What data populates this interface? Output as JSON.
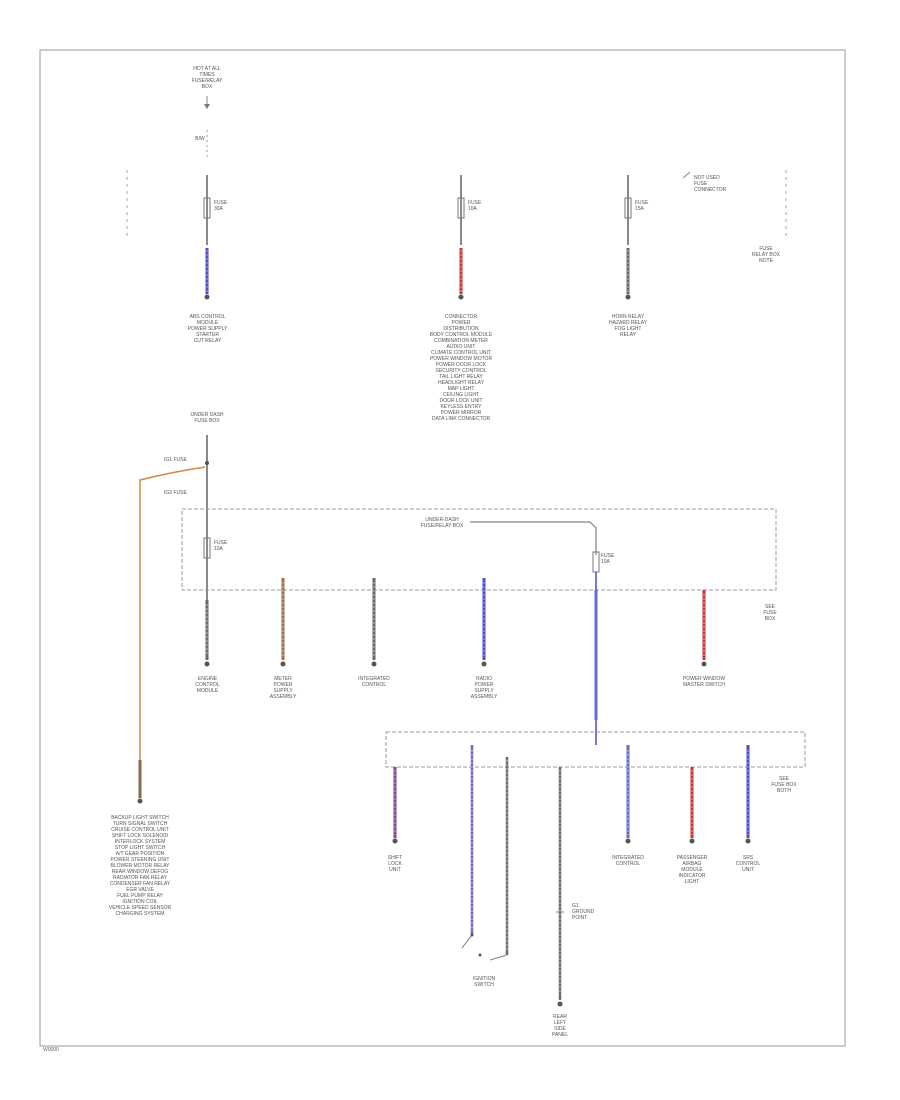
{
  "figure_code": "W0000",
  "colors": {
    "frame": "#999999",
    "wire": "#9a9a9a",
    "wire_dark": "#6a6a6a",
    "wire_blue": "#4d4dcc",
    "wire_red": "#cc3333",
    "wire_orange": "#d08a40",
    "wire_purple": "#7a4a9a",
    "wire_brown": "#a0704a",
    "wire_lightblue": "#9aa6ee"
  },
  "labels": {
    "top_source": "HOT AT ALL\nTIMES\nFUSE/RELAY\nBOX",
    "top_wire": "B/W",
    "fuse_a": "FUSE\n30A",
    "fuse_b": "FUSE\n10A",
    "fuse_c": "FUSE\n15A",
    "fuse_d_right": "NOT USED\nFUSE\nCONNECTOR",
    "right_box_note": "FUSE\nRELAY BOX\nNOTE",
    "dest_a": "ABS CONTROL\nMODULE\nPOWER SUPPLY\nSTARTER\nCUT RELAY",
    "dest_b": "CONNECTOR\nPOWER\nDISTRIBUTION\nBODY CONTROL MODULE\nCOMBINATION METER\nAUDIO UNIT\nCLIMATE CONTROL UNIT\nPOWER WINDOW MOTOR\nPOWER DOOR LOCK\nSECURITY CONTROL\nTAIL LIGHT RELAY\nHEADLIGHT RELAY\nMAP LIGHT\nCEILING LIGHT\nDOOR LOCK UNIT\nKEYLESS ENTRY\nPOWER MIRROR\nDATA LINK CONNECTOR",
    "dest_c": "HORN RELAY\nHAZARD RELAY\nFOG LIGHT\nRELAY",
    "under_dash_box": "UNDER DASH\nFUSE BOX",
    "ign_label_1": "IG1 FUSE",
    "ign_label_2": "IG2 FUSE",
    "udb_title": "UNDER-DASH\nFUSE/RELAY BOX",
    "udb_fuse": "FUSE\n10A",
    "udb_side": "SEE\nFUSE\nBOX",
    "mid_dest_1": "ENGINE\nCONTROL\nMODULE",
    "mid_dest_2": "METER\nPOWER\nSUPPLY\nASSEMBLY",
    "mid_dest_3": "INTEGRATED\nCONTROL",
    "mid_dest_4": "RADIO\nPOWER\nSUPPLY\nASSEMBLY",
    "mid_dest_5": "POWER WINDOW\nMASTER SWITCH",
    "left_dest": "BACKUP LIGHT SWITCH\nTURN SIGNAL SWITCH\nCRUISE CONTROL UNIT\nSHIFT LOCK SOLENOID\nINTERLOCK SYSTEM\nSTOP LIGHT SWITCH\nA/T GEAR POSITION\nPOWER STEERING UNIT\nBLOWER MOTOR RELAY\nREAR WINDOW DEFOG\nRADIATOR FAN RELAY\nCONDENSER FAN RELAY\nEGR VALVE\nFUEL PUMP RELAY\nIGNITION COIL\nVEHICLE SPEED SENSOR\nCHARGING SYSTEM",
    "lower_box_side": "SEE\nFUSE BOX\nBOTH",
    "low_dest_1": "SHIFT\nLOCK\nUNIT",
    "low_dest_2": "INTEGRATED\nCONTROL",
    "low_dest_3": "PASSENGER\nAIRBAG\nMODULE\nINDICATOR\nLIGHT",
    "low_dest_4": "SRS\nCONTROL\nUNIT",
    "switch_label": "IGNITION\nSWITCH",
    "ground_note": "G1\nGROUND\nPOINT",
    "bottom_ground": "REAR\nLEFT\nSIDE\nPANEL"
  }
}
